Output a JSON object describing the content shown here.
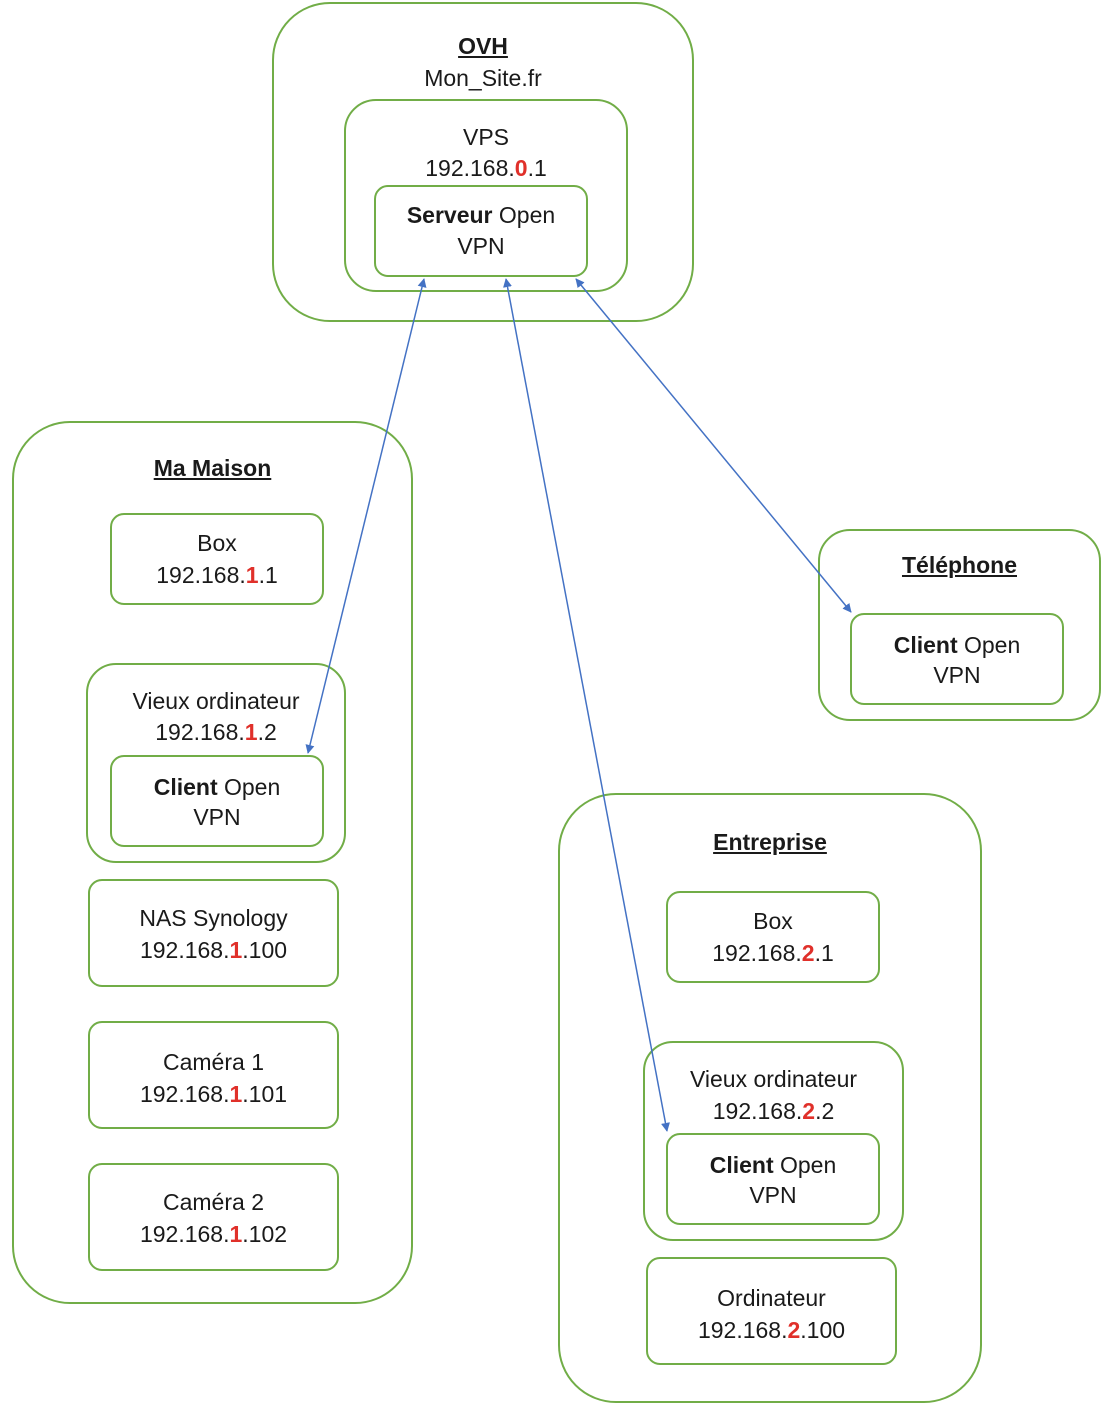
{
  "ovh": {
    "title": "OVH",
    "site": "Mon_Site.fr",
    "vps": {
      "label": "VPS",
      "ip": {
        "pre": "192.168.",
        "net": "0",
        "post": ".1"
      },
      "server": {
        "bold": "Serveur",
        "rest": " Open",
        "line2": "VPN"
      }
    }
  },
  "maison": {
    "title": "Ma Maison",
    "box": {
      "label": "Box",
      "ip": {
        "pre": "192.168.",
        "net": "1",
        "post": ".1"
      }
    },
    "vieux": {
      "label": "Vieux ordinateur",
      "ip": {
        "pre": "192.168.",
        "net": "1",
        "post": ".2"
      },
      "client": {
        "bold": "Client",
        "rest": " Open",
        "line2": "VPN"
      }
    },
    "nas": {
      "label": "NAS Synology",
      "ip": {
        "pre": "192.168.",
        "net": "1",
        "post": ".100"
      }
    },
    "cam1": {
      "label": "Caméra 1",
      "ip": {
        "pre": "192.168.",
        "net": "1",
        "post": ".101"
      }
    },
    "cam2": {
      "label": "Caméra 2",
      "ip": {
        "pre": "192.168.",
        "net": "1",
        "post": ".102"
      }
    }
  },
  "telephone": {
    "title": "Téléphone",
    "client": {
      "bold": "Client",
      "rest": " Open",
      "line2": "VPN"
    }
  },
  "entreprise": {
    "title": "Entreprise",
    "box": {
      "label": "Box",
      "ip": {
        "pre": "192.168.",
        "net": "2",
        "post": ".1"
      }
    },
    "vieux": {
      "label": "Vieux ordinateur",
      "ip": {
        "pre": "192.168.",
        "net": "2",
        "post": ".2"
      },
      "client": {
        "bold": "Client",
        "rest": " Open",
        "line2": "VPN"
      }
    },
    "ordi": {
      "label": "Ordinateur",
      "ip": {
        "pre": "192.168.",
        "net": "2",
        "post": ".100"
      }
    }
  },
  "colors": {
    "border": "#71ad47",
    "arrow": "#4472c4",
    "net_highlight": "#e0302a"
  }
}
